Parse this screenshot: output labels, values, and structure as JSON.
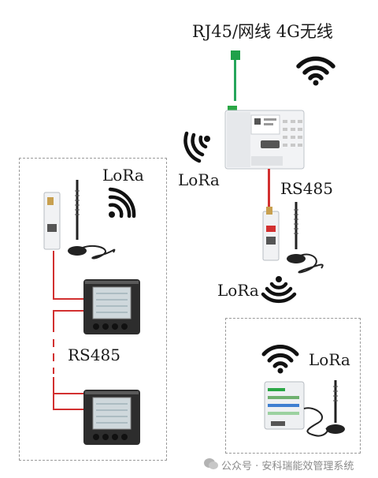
{
  "top": {
    "uplink_label": "RJ45/网线 4G无线"
  },
  "gateway": {
    "wireless_label": "LoRa",
    "bus_label": "RS485"
  },
  "collector": {
    "wireless_label": "LoRa"
  },
  "left_group": {
    "wireless_label": "LoRa",
    "bus_label": "RS485"
  },
  "right_group": {
    "wireless_label": "LoRa"
  },
  "watermark": {
    "text": "公众号 · 安科瑞能效管理系统"
  },
  "colors": {
    "wire_red": "#d23030",
    "wire_green": "#26a65b",
    "accent_green": "#1fa14a"
  }
}
